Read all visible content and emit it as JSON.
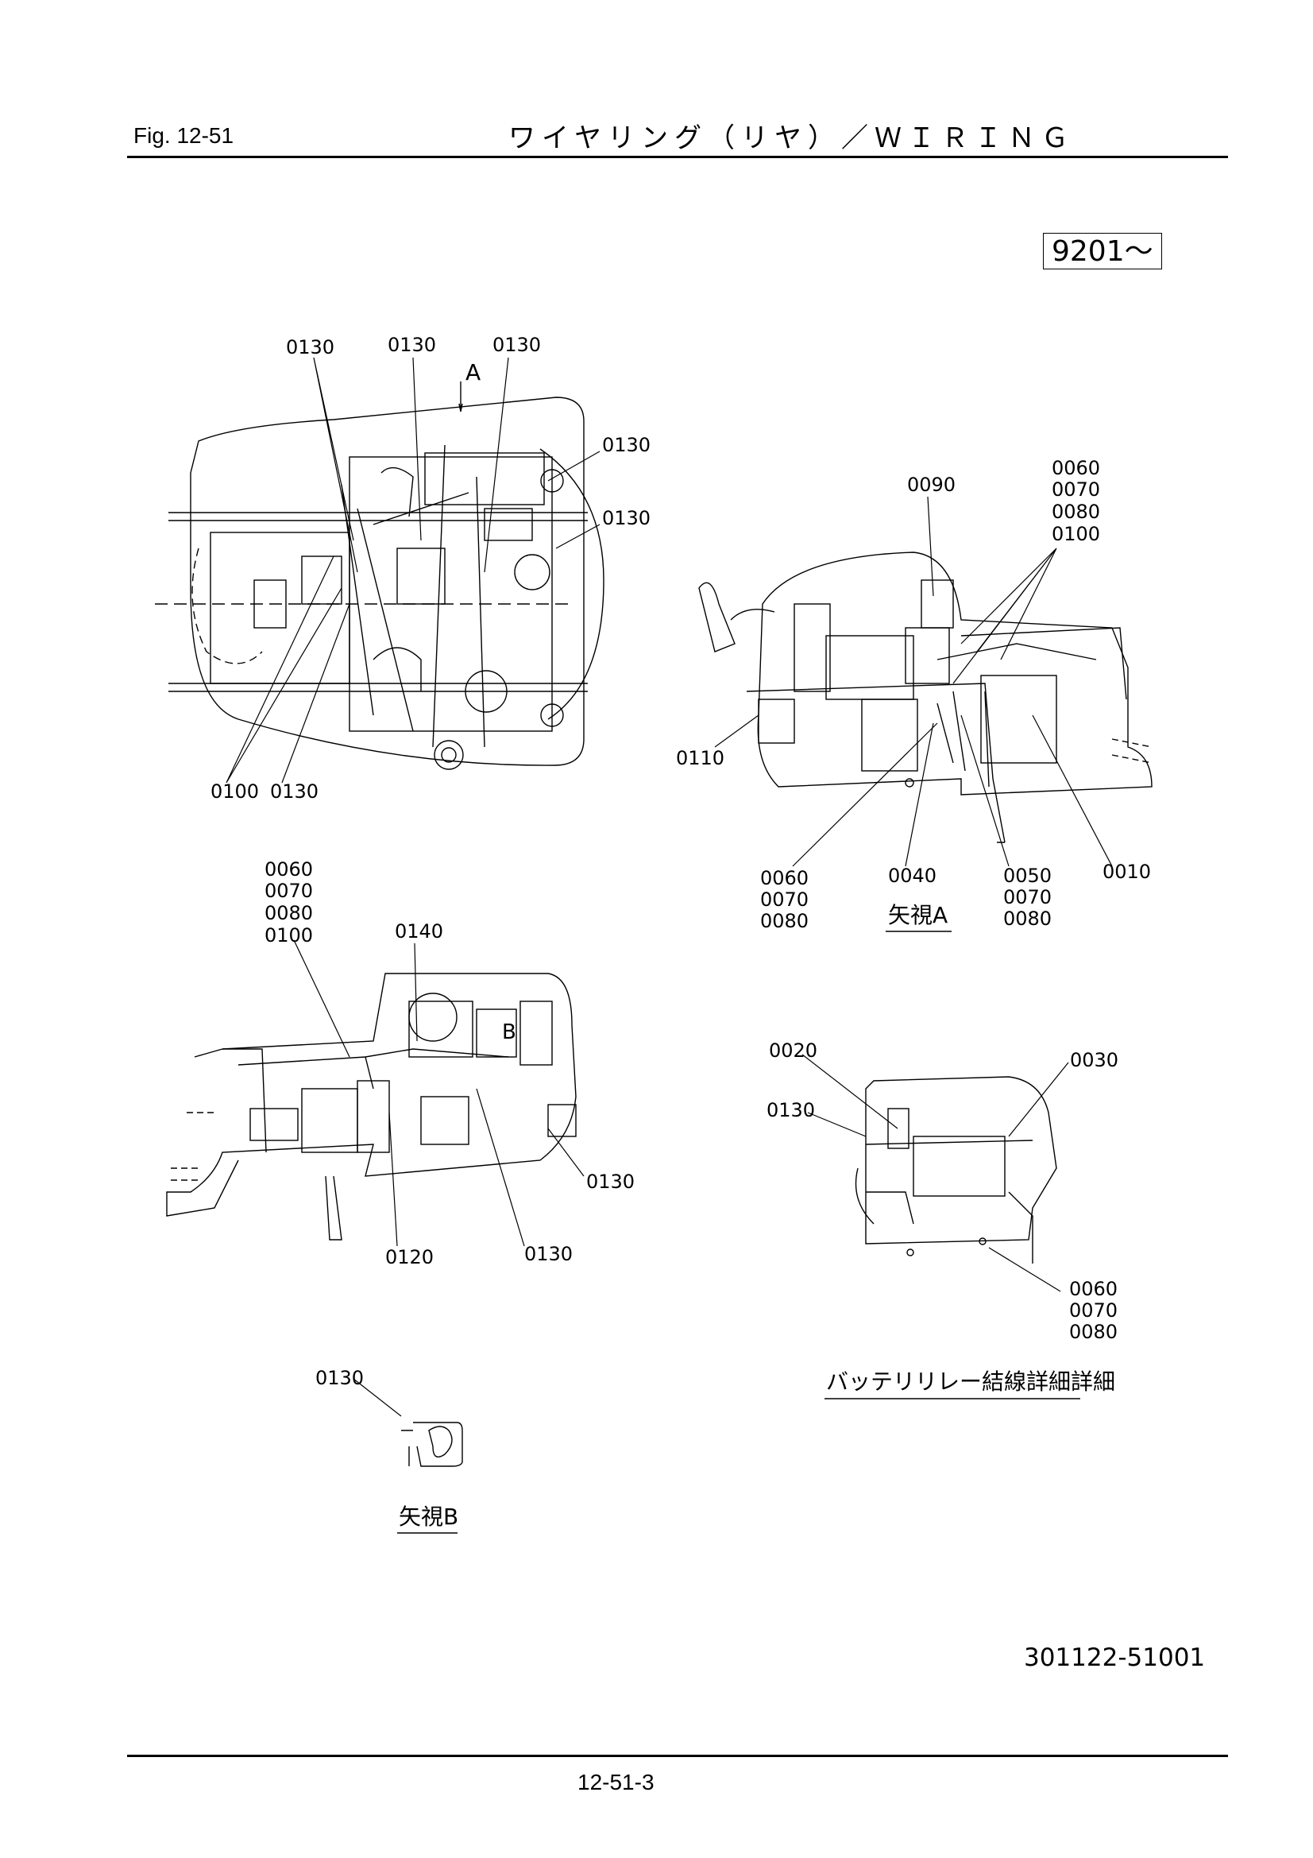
{
  "header": {
    "fig_label": "Fig.  12-51",
    "title": "ワイヤリング（リヤ）／ＷＩＲＩＮＧ"
  },
  "serial_box": "9201～",
  "views": {
    "top": {
      "arrow_label": "A",
      "callouts": [
        "0130",
        "0130",
        "0130",
        "0130",
        "0130",
        "0100",
        "0130"
      ]
    },
    "view_a": {
      "caption": "矢視A",
      "callouts": {
        "c0090": "0090",
        "group_top": [
          "0060",
          "0070",
          "0080",
          "0100"
        ],
        "c0110": "0110",
        "group_bottom_left": [
          "0060",
          "0070",
          "0080"
        ],
        "c0040": "0040",
        "group_bottom_mid": [
          "0050",
          "0070",
          "0080"
        ],
        "c0010": "0010"
      }
    },
    "side": {
      "group_top": [
        "0060",
        "0070",
        "0080",
        "0100"
      ],
      "c0140": "0140",
      "b_label": "B",
      "c0130_right": "0130",
      "c0120": "0120",
      "c0130_bottom": "0130"
    },
    "battery_detail": {
      "caption": "バッテリリレー結線詳細詳細",
      "c0020": "0020",
      "c0030": "0030",
      "c0130": "0130",
      "group": [
        "0060",
        "0070",
        "0080"
      ]
    },
    "view_b": {
      "caption": "矢視B",
      "c0130": "0130"
    }
  },
  "footer": {
    "doc_number": "301122-51001",
    "page_number": "12-51-3"
  }
}
